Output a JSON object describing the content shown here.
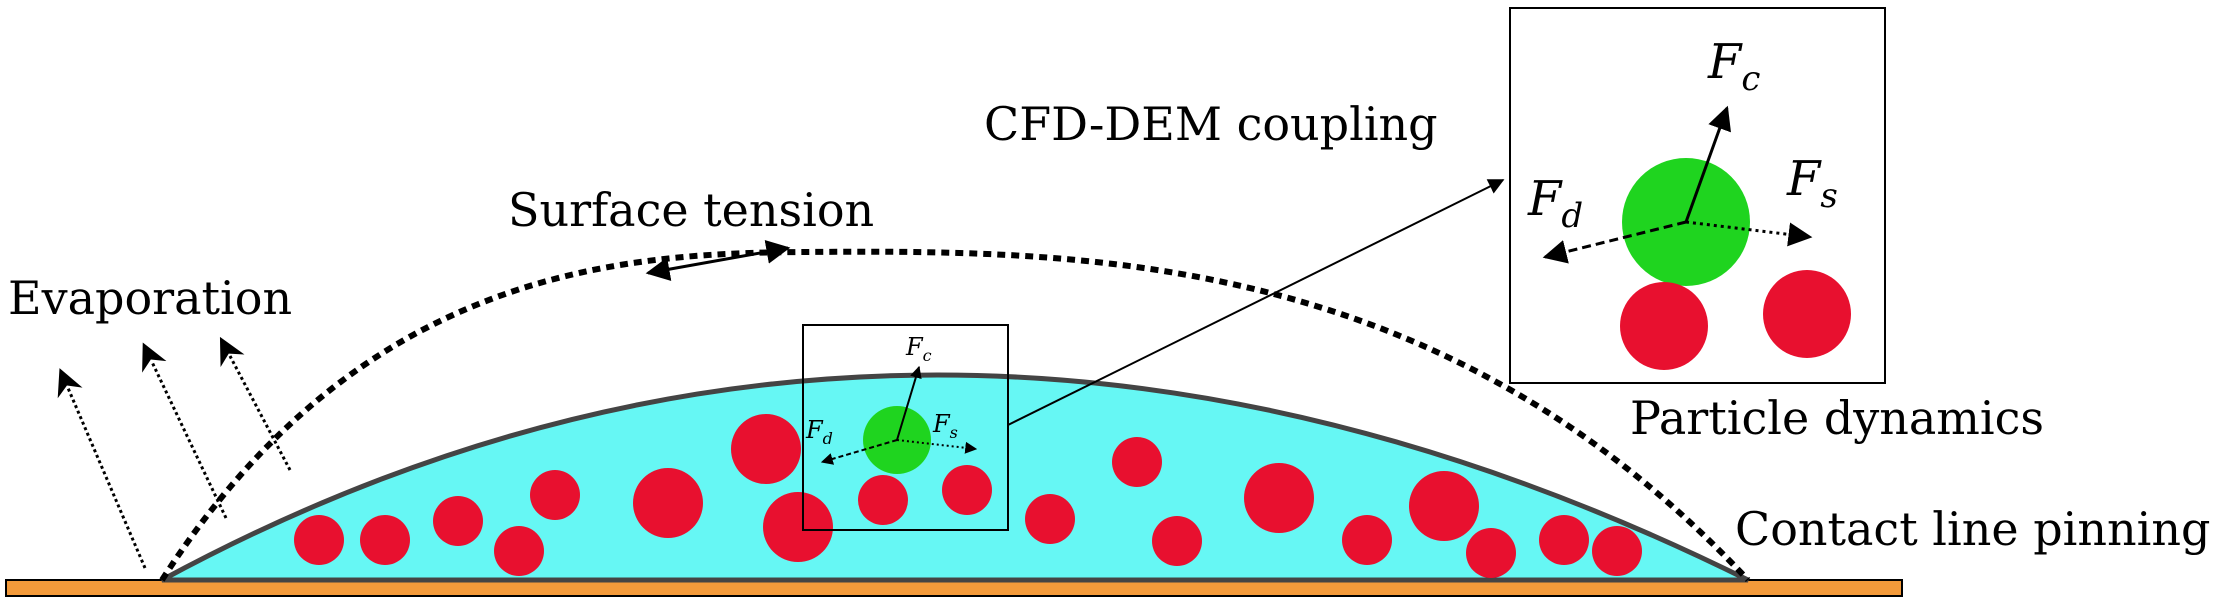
{
  "labels": {
    "evaporation": "Evaporation",
    "surface_tension": "Surface tension",
    "cfd_dem": "CFD-DEM coupling",
    "particle_dynamics": "Particle dynamics",
    "contact_line": "Contact line pinning"
  },
  "forces": {
    "contact": {
      "base": "F",
      "sub": "c"
    },
    "drag": {
      "base": "F",
      "sub": "d"
    },
    "surface": {
      "base": "F",
      "sub": "s"
    }
  },
  "colors": {
    "liquid": "#66f7f4",
    "particle": "#e8102f",
    "focus_particle": "#1fd41f",
    "substrate": "#f39a3a",
    "outline": "#000000"
  }
}
